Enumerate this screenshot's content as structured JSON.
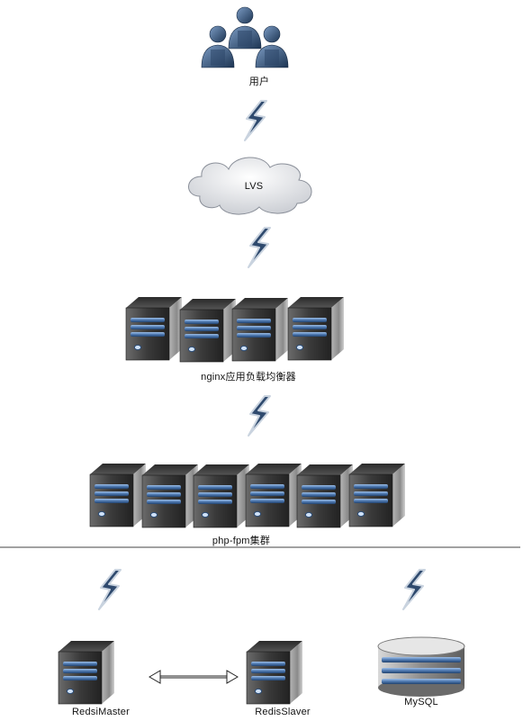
{
  "diagram": {
    "nodes": {
      "users": "用户",
      "lvs": "LVS",
      "nginx": "nginx应用负载均衡器",
      "php": "php-fpm集群",
      "redis_master": "RedsiMaster",
      "redis_slave": "RedisSlaver",
      "mysql": "MySQL"
    },
    "edges": [
      {
        "from": "users",
        "to": "lvs",
        "style": "lightning"
      },
      {
        "from": "lvs",
        "to": "nginx",
        "style": "lightning"
      },
      {
        "from": "nginx",
        "to": "php",
        "style": "lightning"
      },
      {
        "from": "php",
        "to": "redis_master",
        "style": "lightning"
      },
      {
        "from": "php",
        "to": "mysql",
        "style": "lightning"
      },
      {
        "from": "redis_master",
        "to": "redis_slave",
        "style": "bidirectional-arrow"
      }
    ],
    "colors": {
      "lightning_fill": "#2f4a6e",
      "lightning_stroke": "#c9d3df",
      "server_body": "#3b3b3b",
      "server_bay": "#5a7fb0",
      "person": "#3e5f86"
    }
  }
}
